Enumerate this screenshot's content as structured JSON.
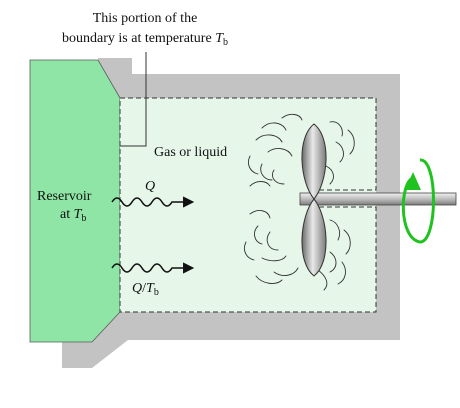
{
  "annotation": {
    "line1": "This portion of the",
    "line2_prefix": "boundary is at temperature ",
    "symbol": "T",
    "subscript": "b"
  },
  "reservoir": {
    "line1": "Reservoir",
    "line2_prefix": "at ",
    "symbol": "T",
    "subscript": "b"
  },
  "region_label": "Gas or liquid",
  "heat_flow": {
    "symbol": "Q"
  },
  "entropy_flow": {
    "numerator": "Q",
    "slash": "/",
    "symbol": "T",
    "subscript": "b"
  },
  "colors": {
    "reservoir": "#8ee5a6",
    "fluid": "#e6f6e9",
    "wall": "#c3c3c3",
    "rotation_arrow": "#1fc21f"
  },
  "icons": [
    "paddle-wheel-icon",
    "shaft-icon",
    "rotation-arrow-icon",
    "heat-transfer-arrow-icon"
  ]
}
